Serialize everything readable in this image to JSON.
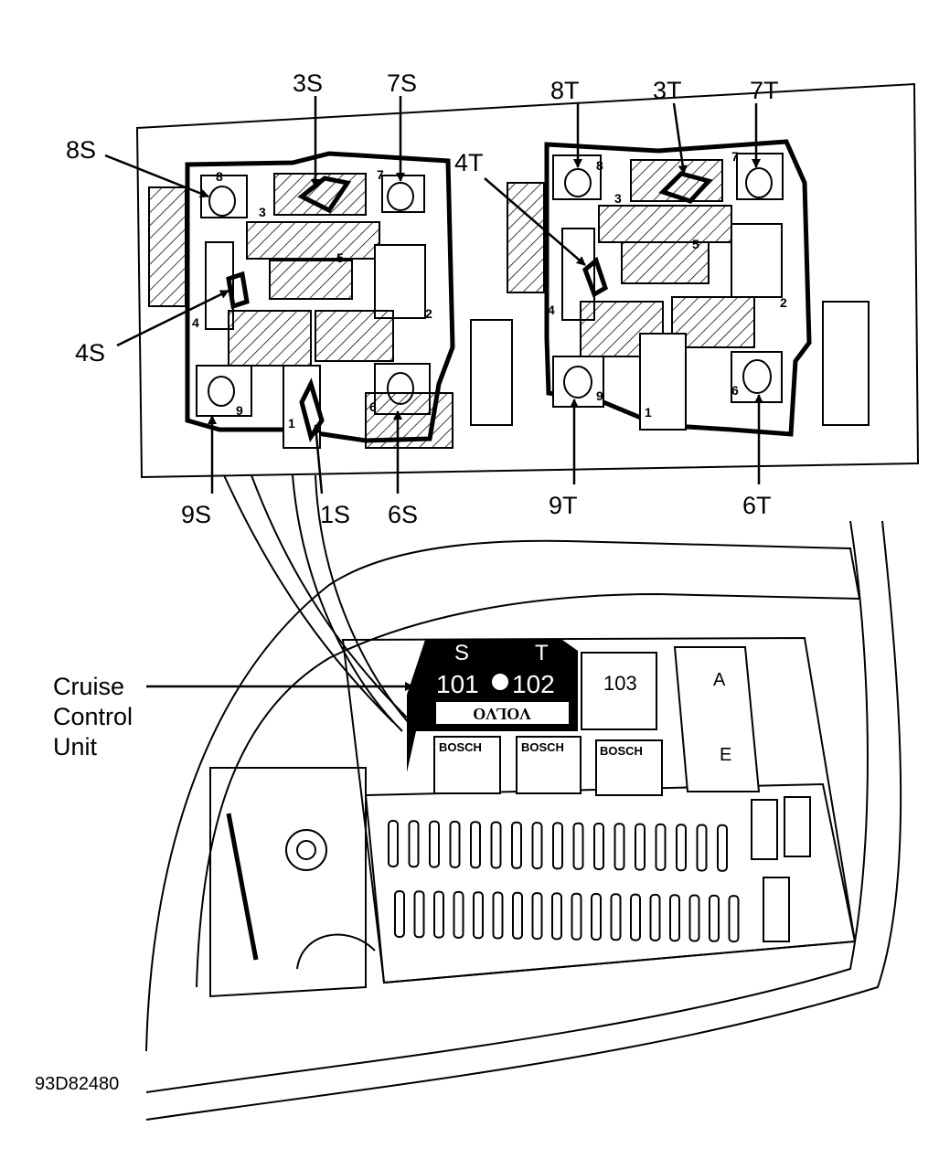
{
  "figure_id": "93D82480",
  "callout": {
    "lines": [
      "Cruise",
      "Control",
      "Unit"
    ]
  },
  "connector_s": {
    "labels": [
      "3S",
      "7S",
      "8S",
      "4S",
      "9S",
      "1S",
      "6S"
    ],
    "pins": [
      "8",
      "7",
      "3",
      "5",
      "4",
      "2",
      "9",
      "1",
      "6"
    ]
  },
  "connector_t": {
    "labels": [
      "8T",
      "3T",
      "7T",
      "4T",
      "9T",
      "6T"
    ],
    "pins": [
      "8",
      "7",
      "3",
      "5",
      "4",
      "2",
      "9",
      "1",
      "6"
    ]
  },
  "relays": {
    "cruise_s": "S",
    "cruise_t": "T",
    "cruise_101": "101",
    "cruise_102": "102",
    "brand": "VOLVO",
    "relay_103": "103",
    "block_a": "A",
    "block_e": "E",
    "bosch": "BOSCH"
  }
}
